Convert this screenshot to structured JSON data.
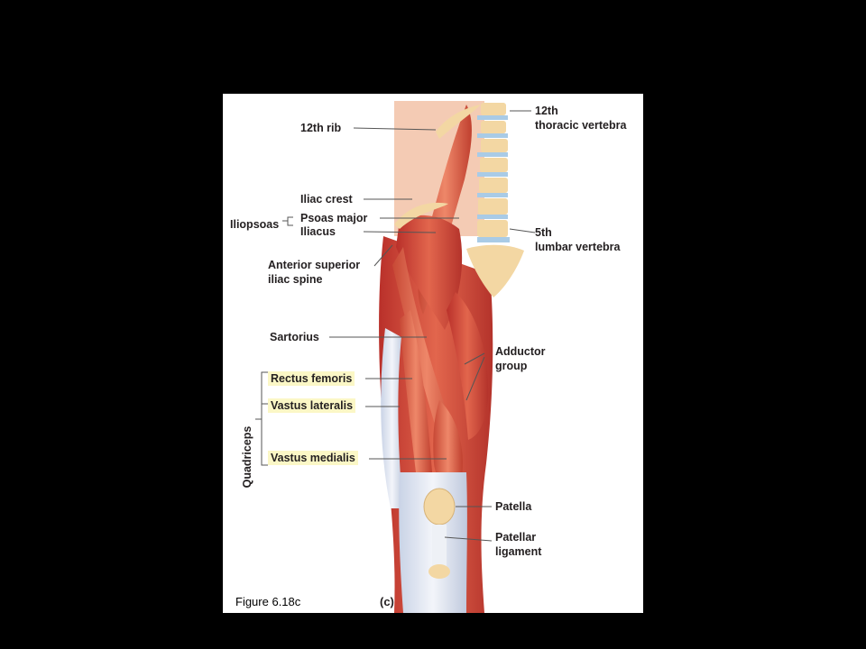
{
  "labels": {
    "rib_12": "12th rib",
    "thoracic_line1": "12th",
    "thoracic_line2": "thoracic vertebra",
    "iliac_crest": "Iliac crest",
    "iliopsoas": "Iliopsoas",
    "psoas_major": "Psoas major",
    "iliacus": "Iliacus",
    "lumbar_line1": "5th",
    "lumbar_line2": "lumbar vertebra",
    "asis_line1": "Anterior superior",
    "asis_line2": "iliac spine",
    "sartorius": "Sartorius",
    "adductor_line1": "Adductor",
    "adductor_line2": "group",
    "rectus_femoris": "Rectus femoris",
    "vastus_lateralis": "Vastus lateralis",
    "vastus_medialis": "Vastus medialis",
    "quadriceps": "Quadriceps",
    "patella": "Patella",
    "patellar_line1": "Patellar",
    "patellar_line2": "ligament"
  },
  "caption": {
    "figure": "Figure 6.18c",
    "panel": "(c)"
  },
  "colors": {
    "background": "#000000",
    "panel": "#ffffff",
    "highlight": "#fbf7c6",
    "muscle": "#d9533f",
    "bone": "#f3d7a3",
    "disc": "#a9cbe6"
  }
}
